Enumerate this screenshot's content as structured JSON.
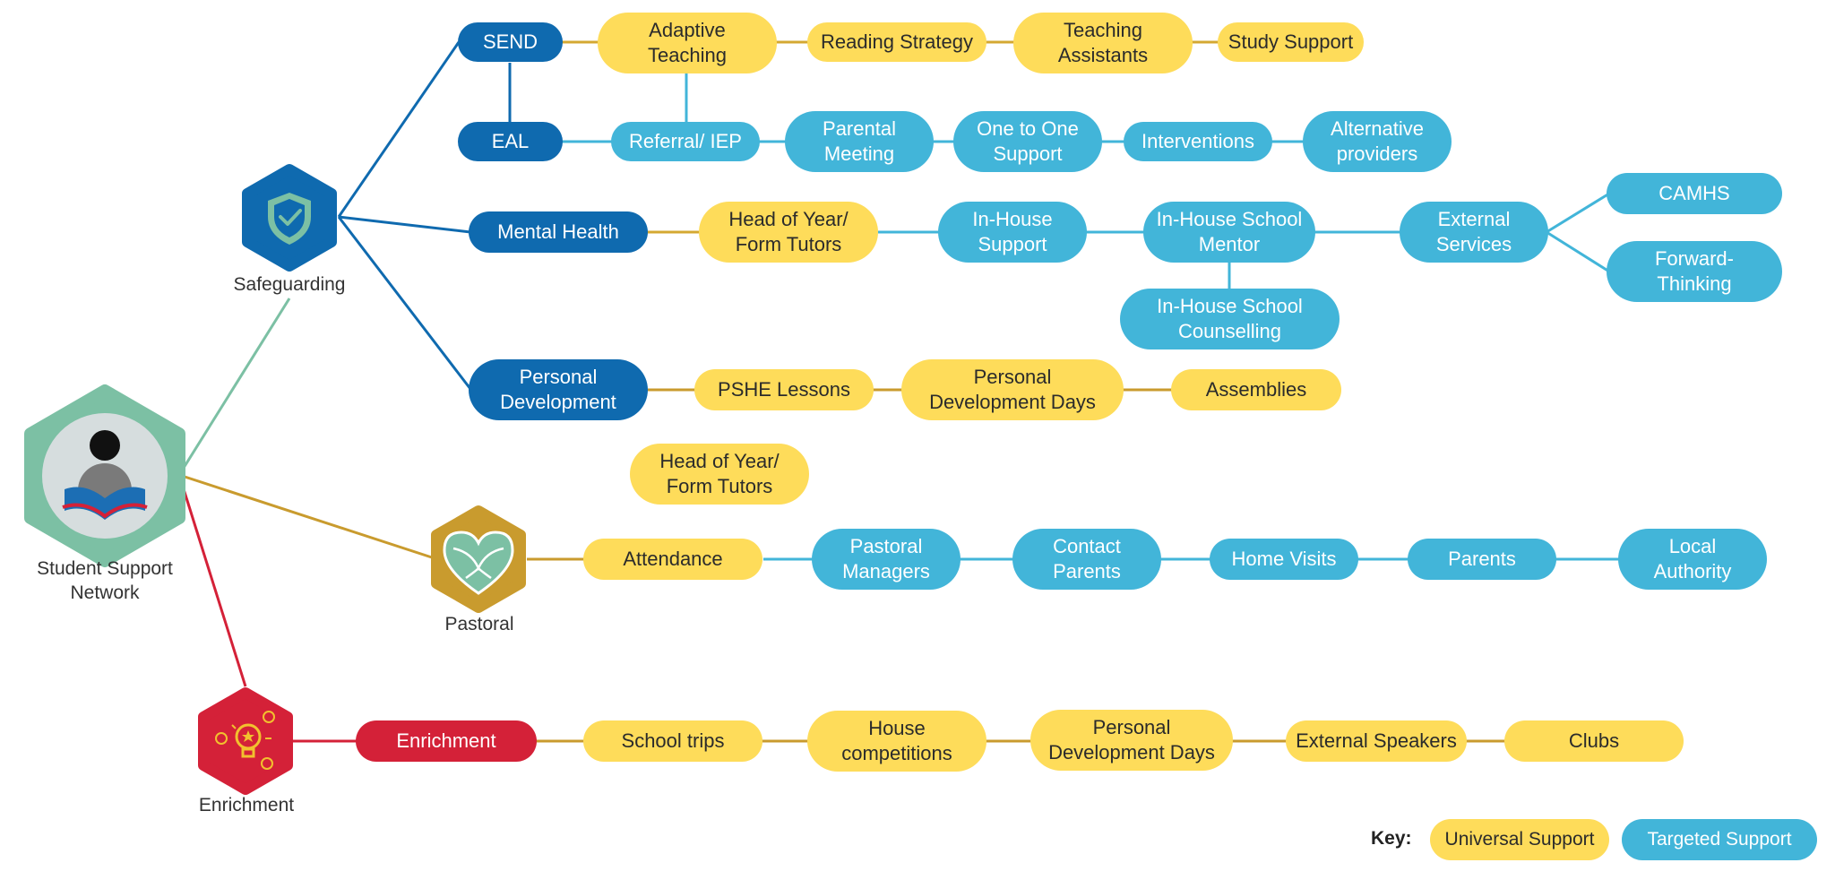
{
  "root": {
    "label": "Student Support\nNetwork"
  },
  "hubs": {
    "safeguarding": {
      "label": "Safeguarding",
      "icon": "shield-check-icon",
      "color": "#0F6AAF"
    },
    "pastoral": {
      "label": "Pastoral",
      "icon": "heart-icon",
      "color": "#C99B2E"
    },
    "enrichment": {
      "label": "Enrichment",
      "icon": "lightbulb-star-icon",
      "color": "#D42138"
    }
  },
  "branches": {
    "send": "SEND",
    "eal": "EAL",
    "mental_health": "Mental Health",
    "personal_development": "Personal\nDevelopment",
    "enrichment": "Enrichment"
  },
  "nodes": {
    "adaptive_teaching": "Adaptive\nTeaching",
    "reading_strategy": "Reading Strategy",
    "teaching_assistants": "Teaching\nAssistants",
    "study_support": "Study Support",
    "referral_iep": "Referral/ IEP",
    "parental_meeting": "Parental\nMeeting",
    "one_to_one": "One to One\nSupport",
    "interventions": "Interventions",
    "alternative_providers": "Alternative\nproviders",
    "hoy_mh": "Head of Year/\nForm Tutors",
    "in_house_support": "In-House\nSupport",
    "in_house_mentor": "In-House School\nMentor",
    "external_services": "External\nServices",
    "camhs": "CAMHS",
    "forward_thinking": "Forward-\nThinking",
    "in_house_counselling": "In-House School\nCounselling",
    "pshe": "PSHE Lessons",
    "pd_days_1": "Personal\nDevelopment Days",
    "assemblies": "Assemblies",
    "hoy_pastoral": "Head of Year/\nForm Tutors",
    "attendance": "Attendance",
    "pastoral_managers": "Pastoral\nManagers",
    "contact_parents": "Contact\nParents",
    "home_visits": "Home Visits",
    "parents": "Parents",
    "local_authority": "Local\nAuthority",
    "school_trips": "School trips",
    "house_competitions": "House\ncompetitions",
    "pd_days_2": "Personal\nDevelopment Days",
    "external_speakers": "External Speakers",
    "clubs": "Clubs"
  },
  "key": {
    "title": "Key:",
    "universal": "Universal Support",
    "targeted": "Targeted Support"
  },
  "colors": {
    "universal": "#FEDC5A",
    "targeted": "#42B5D9",
    "branch": "#0F6AAF",
    "enrichment": "#D42138",
    "root": "#7CC0A4"
  }
}
